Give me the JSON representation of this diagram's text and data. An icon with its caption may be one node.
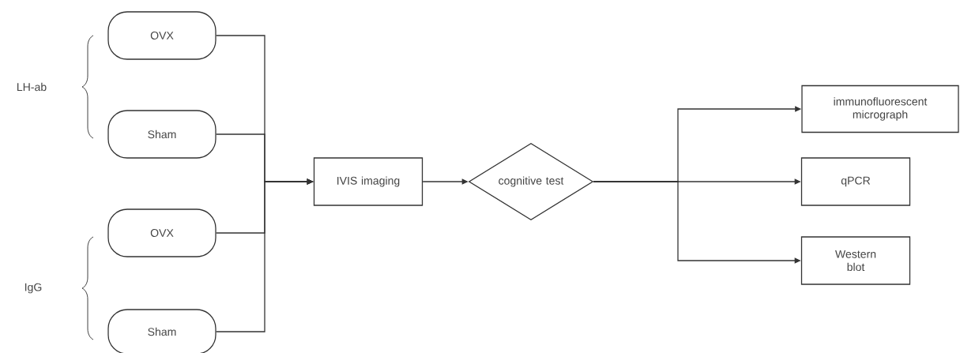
{
  "diagram": {
    "nodes": [
      {
        "text": [
          "OVX"
        ]
      },
      {
        "text": [
          "Sham"
        ]
      },
      {
        "text": [
          "OVX"
        ]
      },
      {
        "text": [
          "Sham"
        ]
      },
      {
        "text": [
          "IVIS imaging"
        ]
      },
      {
        "text": [
          "cognitive test"
        ]
      },
      {
        "text": [
          "immunofluorescent micrograph"
        ]
      },
      {
        "text": [
          "qPCR"
        ]
      },
      {
        "text": [
          "Western blot"
        ]
      }
    ],
    "edges": [
      {
        "from": 0,
        "to": 4,
        "arrow": "to"
      },
      {
        "from": 1,
        "to": 4,
        "arrow": "to"
      },
      {
        "from": 2,
        "to": 4,
        "arrow": "to"
      },
      {
        "from": 3,
        "to": 4,
        "arrow": "to"
      },
      {
        "from": 4,
        "to": 5,
        "arrow": "to"
      },
      {
        "from": 5,
        "to": 6,
        "arrow": "to"
      },
      {
        "from": 5,
        "to": 7,
        "arrow": "to"
      },
      {
        "from": 5,
        "to": 8,
        "arrow": "to"
      }
    ],
    "labels": [
      "LH-ab",
      "IgG"
    ]
  }
}
